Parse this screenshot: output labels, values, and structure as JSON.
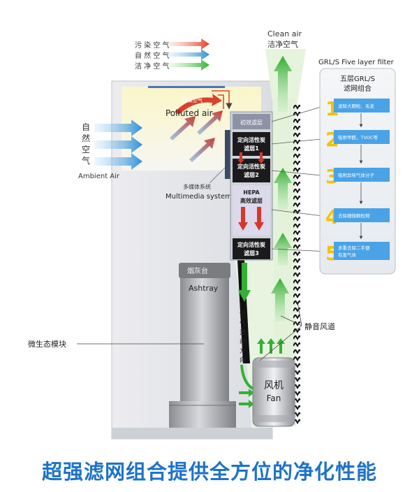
{
  "legend": {
    "polluted": "污 染 空 气",
    "natural": "自 然 空 气",
    "clean": "洁 净 空 气"
  },
  "colors": {
    "polluted_arrow": "#e0402a",
    "natural_arrow": "#3a9de0",
    "clean_arrow": "#3db83d",
    "headline": "#1e73c8",
    "filter_step": "#f2c200",
    "cabinet": "#dfe3e8"
  },
  "outlet": {
    "label_en": "Clean air",
    "label_cn": "洁净空气"
  },
  "inlet": {
    "label_cn_chars": [
      "自",
      "然",
      "空",
      "气"
    ],
    "label_en": "Ambient Air"
  },
  "smoke": {
    "tag": "污染空气",
    "label": "Polluted air"
  },
  "multimedia": {
    "label_cn": "多媒体系统",
    "label_en": "Multimedia system"
  },
  "filters_stack": [
    {
      "name": "初效滤层"
    },
    {
      "name_line1": "定向活性炭",
      "name_line2": "滤层1"
    },
    {
      "name_line1": "定向活性炭",
      "name_line2": "滤层2"
    },
    {
      "name_line1": "HEPA",
      "name_line2": "高效滤层"
    },
    {
      "name_line1": "定向活性炭",
      "name_line2": "滤层3"
    }
  ],
  "ashtray": {
    "label_cn": "烟灰台",
    "label_en": "Ashtray"
  },
  "airflow": {
    "chars": [
      "空",
      "气",
      "流",
      "动",
      "方",
      "向"
    ]
  },
  "micro_module": {
    "label": "微生态模块"
  },
  "silent_duct": {
    "label": "静音风道"
  },
  "fan": {
    "label_cn": "风机",
    "label_en": "Fan"
  },
  "filter_panel": {
    "title": "GRL/S Five layer filter",
    "subtitle_line1": "五层GRL/S",
    "subtitle_line2": "滤网组合",
    "steps": [
      {
        "number": "1",
        "text": "滤除大颗粒、毛发"
      },
      {
        "number": "2",
        "text": "吸附甲醛，TVOC等"
      },
      {
        "number": "3",
        "text": "吸附异味气体分子"
      },
      {
        "number": "4",
        "text": "去除细微颗粒物"
      },
      {
        "number": "5",
        "text": "多重去除二手烟",
        "text2": "有害气体"
      }
    ]
  },
  "headline": "超强滤网组合提供全方位的净化性能"
}
